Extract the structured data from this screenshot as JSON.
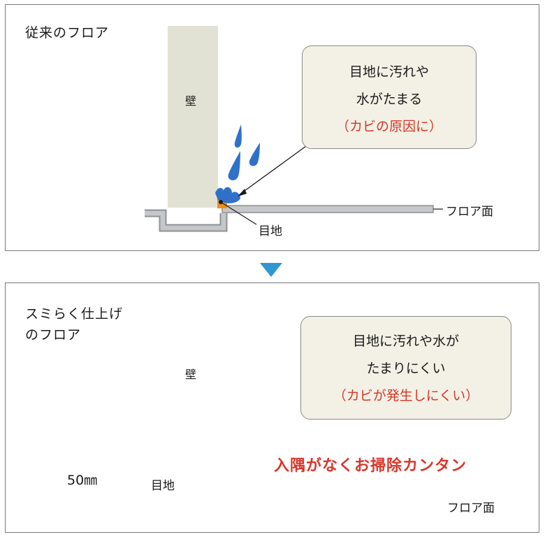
{
  "top": {
    "title": "従来のフロア",
    "wall_label": "壁",
    "callout": {
      "line1": "目地に汚れや",
      "line2": "水がたまる",
      "line3": "（カビの原因に）"
    },
    "joint_label": "目地",
    "floor_label": "フロア面"
  },
  "bottom": {
    "title_line1": "スミらく仕上げ",
    "title_line2": "のフロア",
    "wall_label": "壁",
    "callout": {
      "line1": "目地に汚れや水が",
      "line2": "たまりにくい",
      "line3": "（カビが発生しにくい）"
    },
    "joint_label": "目地",
    "floor_label": "フロア面",
    "height_label": "50㎜",
    "slogan": "入隅がなくお掃除カンタン"
  },
  "colors": {
    "wall": "#e2e2d4",
    "floor_gray": "#c5c7c9",
    "floor_outline": "#8e9092",
    "joint": "#e8901f",
    "water": "#2f71c9",
    "accent_red": "#d8362a",
    "divider_triangle": "#2f97d1",
    "callout_bg": "#f3f1e5"
  }
}
